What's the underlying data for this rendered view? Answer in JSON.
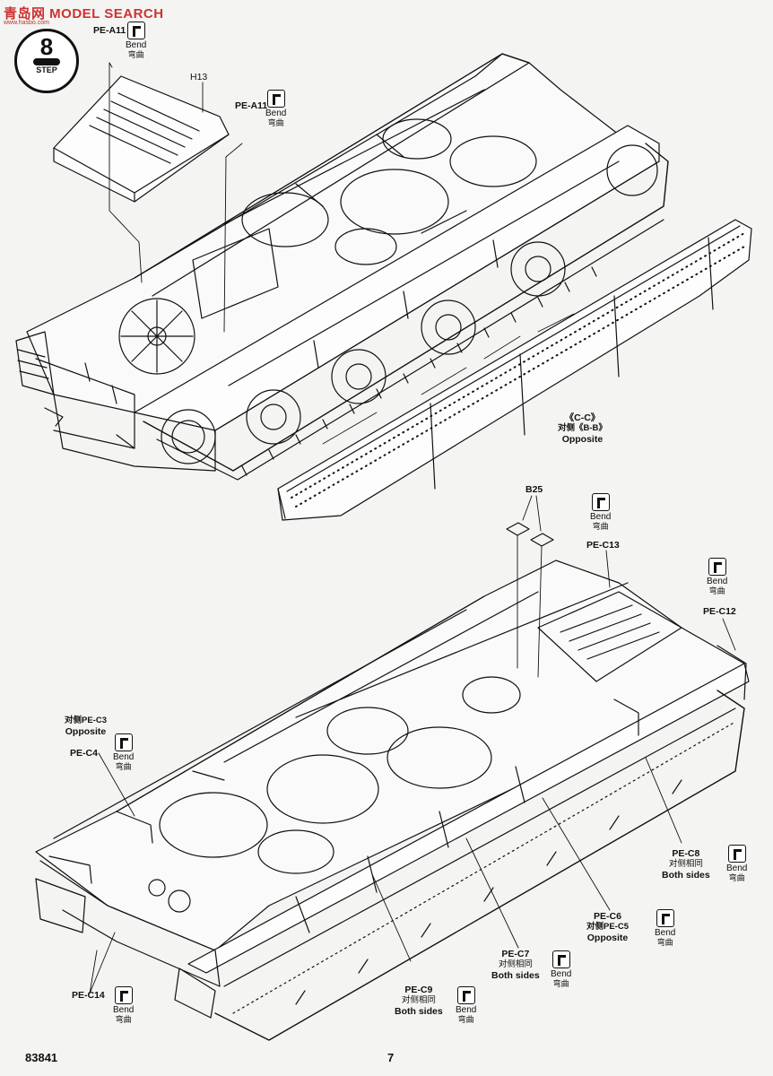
{
  "watermark": {
    "logo_text": "青岛网 MODEL SEARCH",
    "url_text": "www.hasbo.com"
  },
  "step": {
    "number": "8",
    "word": "STEP"
  },
  "upper": {
    "pe_a11_top": "PE-A11",
    "bend_1": {
      "en": "Bend",
      "cn": "弯曲"
    },
    "h13": "H13",
    "pe_a11_mid": "PE-A11",
    "bend_2": {
      "en": "Bend",
      "cn": "弯曲"
    },
    "side_panel": {
      "line1": "《C-C》",
      "line2": "对侧《B-B》",
      "line3": "Opposite"
    }
  },
  "lower": {
    "b25": "B25",
    "bend_c13": {
      "en": "Bend",
      "cn": "弯曲"
    },
    "pe_c13": "PE-C13",
    "bend_c12": {
      "en": "Bend",
      "cn": "弯曲"
    },
    "pe_c12": "PE-C12",
    "pe_c3": {
      "line1": "对侧PE-C3",
      "line2": "Opposite"
    },
    "pe_c4": "PE-C4",
    "bend_c4": {
      "en": "Bend",
      "cn": "弯曲"
    },
    "pe_c8": {
      "line1": "PE-C8",
      "line2": "对侧相同",
      "line3": "Both sides"
    },
    "bend_c8": {
      "en": "Bend",
      "cn": "弯曲"
    },
    "pe_c6": {
      "line1": "PE-C6",
      "line2": "对侧PE-C5",
      "line3": "Opposite"
    },
    "bend_c6": {
      "en": "Bend",
      "cn": "弯曲"
    },
    "pe_c7": {
      "line1": "PE-C7",
      "line2": "对侧相同",
      "line3": "Both sides"
    },
    "bend_c7": {
      "en": "Bend",
      "cn": "弯曲"
    },
    "pe_c9": {
      "line1": "PE-C9",
      "line2": "对侧相同",
      "line3": "Both sides"
    },
    "bend_c9": {
      "en": "Bend",
      "cn": "弯曲"
    },
    "pe_c14": "PE-C14",
    "bend_c14": {
      "en": "Bend",
      "cn": "弯曲"
    }
  },
  "footer": {
    "code": "83841",
    "page": "7"
  }
}
